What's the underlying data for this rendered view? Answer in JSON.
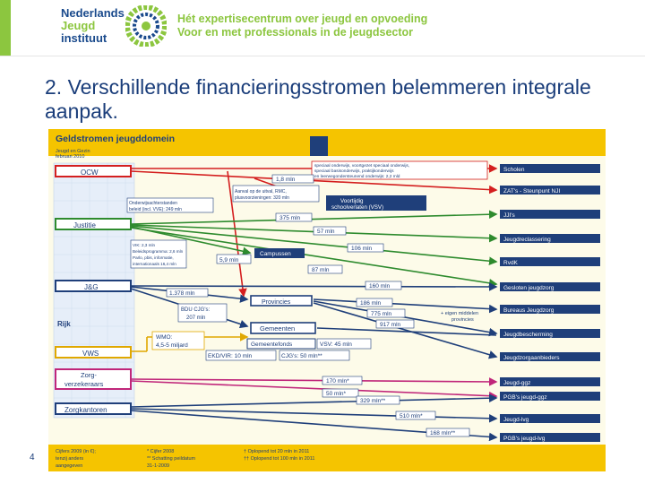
{
  "header": {
    "logo_lines": [
      "Nederlands",
      "Jeugd",
      "instituut"
    ],
    "tagline_lines": [
      "Hét expertisecentrum over jeugd en opvoeding",
      "Voor en met professionals in de jeugdsector"
    ]
  },
  "title": "2. Verschillende financieringsstromen belemmeren integrale aanpak.",
  "page_number": "4",
  "diagram": {
    "title": "Geldstromen jeugddomein",
    "subtitle_lines": [
      "Jeugd en Gezin",
      "februari 2010"
    ],
    "sources": {
      "ocw": "OCW",
      "justitie": "Justitie",
      "jag": "J&G",
      "vws": "VWS",
      "zorgverzekeraars": [
        "Zorg-",
        "verzekeraars"
      ],
      "zorgkantoren": "Zorgkantoren"
    },
    "rijk": "Rijk",
    "middle": {
      "campussen": "Campussen",
      "provincies": "Provincies",
      "gemeenten": "Gemeenten",
      "gemeentefonds": "Gemeentefonds",
      "vsv": [
        "Voortijdig",
        "schoolverlaten (VSV)"
      ],
      "eigen_middelen": [
        "+ eigen middelen",
        "provincies"
      ]
    },
    "targets": [
      "Scholen",
      "ZAT's - Steunpunt NJI",
      "JJI's",
      "Jeugdreclassering",
      "RvdK",
      "Gesloten jeugdzorg",
      "Bureaus Jeugdzorg",
      "Jeugdbescherming",
      "Jeugdzorgaanbieders",
      "Jeugd-ggz",
      "PGB's jeugd-ggz",
      "Jeugd-lvg",
      "PGB's jeugd-lvg"
    ],
    "notes": {
      "ocw_top": [
        "speciaal onderwijs, voortgezet speciaal onderwijs,",
        "speciaal basisonderwijs, praktijkonderwijs",
        "en leerwegondersteunend onderwijs: 2,2 mld"
      ],
      "onderwijs_achterstanden": [
        "Onderwijsachterstanden",
        "beleid (incl. VVE): 249 mln"
      ],
      "aanval": [
        "Aanval op de uitval, RMC,",
        "plusvoorzieningen: 320 mln"
      ],
      "vik": [
        "VIK: 2,3 mln",
        "Beleidsprogramma: 2,6 mln",
        "Parlo, pbis, informatie,",
        "internationaals 16,4 mln"
      ],
      "bdu": [
        "BDU CJG's:",
        "207 mln"
      ],
      "wmo": [
        "WMO:",
        "4,5-5 miljard"
      ],
      "vsv_amount": "VSV: 45 mln",
      "ekd": "EKD/VIR: 10 mln",
      "cjg": "CJG's: 50 mln**"
    },
    "amounts": {
      "a1": "1,8 mln",
      "a2": "375 mln",
      "a3": "57 mln",
      "a4": "106 mln",
      "a5": "5,9 mln",
      "a6": "87 mln",
      "a7": "160 mln",
      "a8": "1.378 mln",
      "a9": "186 mln",
      "a10": "775 mln",
      "a11": "917 mln",
      "a12": "170 mln*",
      "a13": "50 mln*",
      "a14": "329 mln**",
      "a15": "510 mln*",
      "a16": "168 mln**"
    },
    "footer": {
      "col1": [
        "Cijfers 2009 (in €);",
        "tenzij anders",
        "aangegeven"
      ],
      "col2": [
        "* Cijfer 2008",
        "** Schatting peildatum",
        "31-1-2009"
      ],
      "col3": [
        "† Oplopend tot 20 mln in 2011",
        "†† Oplopend tot 100 mln in 2011"
      ]
    }
  }
}
